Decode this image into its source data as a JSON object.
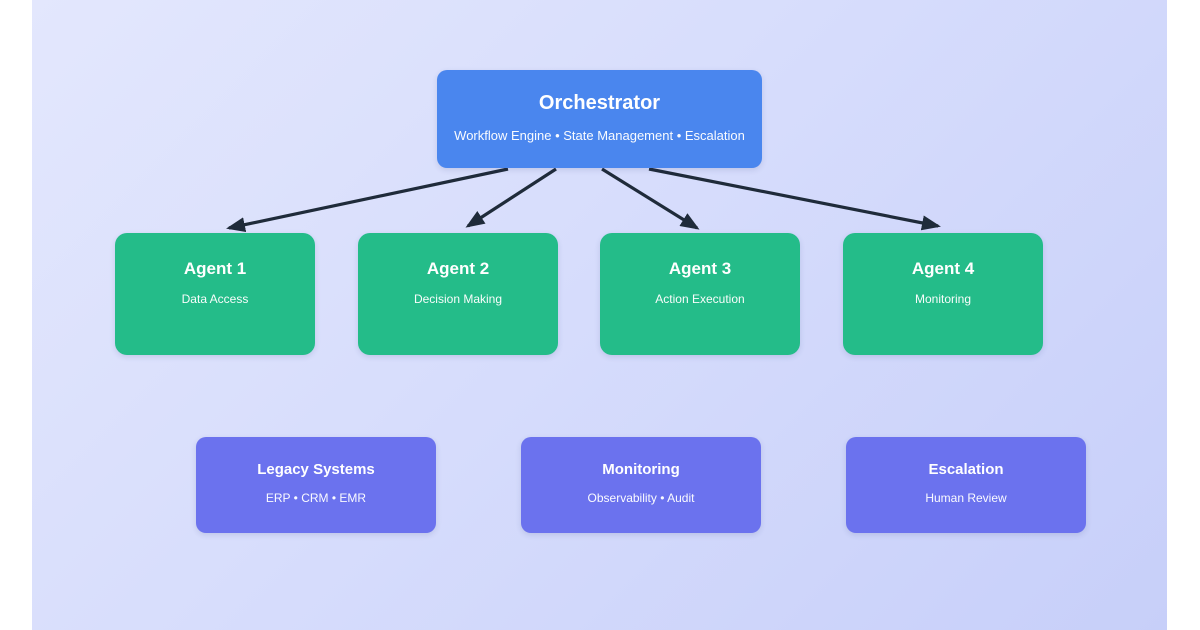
{
  "diagram": {
    "orchestrator": {
      "title": "Orchestrator",
      "subtitle": "Workflow Engine • State Management • Escalation"
    },
    "agents": [
      {
        "title": "Agent 1",
        "subtitle": "Data Access"
      },
      {
        "title": "Agent 2",
        "subtitle": "Decision Making"
      },
      {
        "title": "Agent 3",
        "subtitle": "Action Execution"
      },
      {
        "title": "Agent 4",
        "subtitle": "Monitoring"
      }
    ],
    "systems": [
      {
        "title": "Legacy Systems",
        "subtitle": "ERP • CRM • EMR"
      },
      {
        "title": "Monitoring",
        "subtitle": "Observability • Audit"
      },
      {
        "title": "Escalation",
        "subtitle": "Human Review"
      }
    ],
    "colors": {
      "orchestrator_fill": "#4a86ee",
      "agent_fill": "#24bc89",
      "system_fill": "#6b72ee",
      "arrow": "#1f2b3a",
      "text": "#ffffff",
      "background_gradient_start": "#e3e7fd",
      "background_gradient_end": "#c7cff9",
      "page_margin": "#ffffff"
    }
  }
}
